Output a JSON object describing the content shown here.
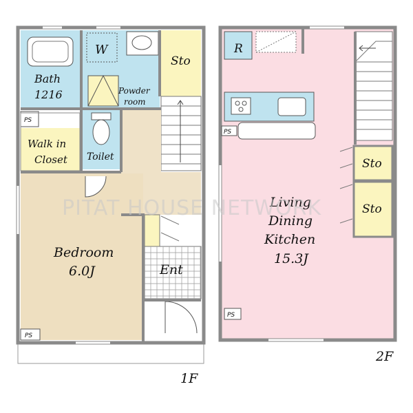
{
  "watermark": "PITAT HOUSE NETWORK",
  "floors": {
    "first": {
      "label": "1F"
    },
    "second": {
      "label": "2F"
    }
  },
  "rooms": {
    "bath": {
      "line1": "Bath",
      "line2": "1216"
    },
    "washer": {
      "label": "W"
    },
    "powder": {
      "line1": "Powder",
      "line2": "room"
    },
    "sto_1f": {
      "label": "Sto"
    },
    "ps_1": {
      "label": "PS"
    },
    "walkin": {
      "line1": "Walk in",
      "line2": "Closet"
    },
    "toilet": {
      "label": "Toilet"
    },
    "bedroom": {
      "line1": "Bedroom",
      "line2": "6.0J"
    },
    "ps_2": {
      "label": "PS"
    },
    "ent": {
      "label": "Ent"
    },
    "fridge": {
      "label": "R"
    },
    "ps_3": {
      "label": "PS"
    },
    "sto_2f_a": {
      "label": "Sto"
    },
    "sto_2f_b": {
      "label": "Sto"
    },
    "ldk": {
      "line1": "Living",
      "line2": "Dining",
      "line3": "Kitchen",
      "line4": "15.3J"
    },
    "ps_4": {
      "label": "PS"
    }
  },
  "colors": {
    "bath": "#bfe3ef",
    "storage": "#fbf5bf",
    "bedroom": "#eedfc0",
    "hall": "#efe2c8",
    "ldk": "#fbdde3",
    "wall": "#8a8a8a"
  }
}
